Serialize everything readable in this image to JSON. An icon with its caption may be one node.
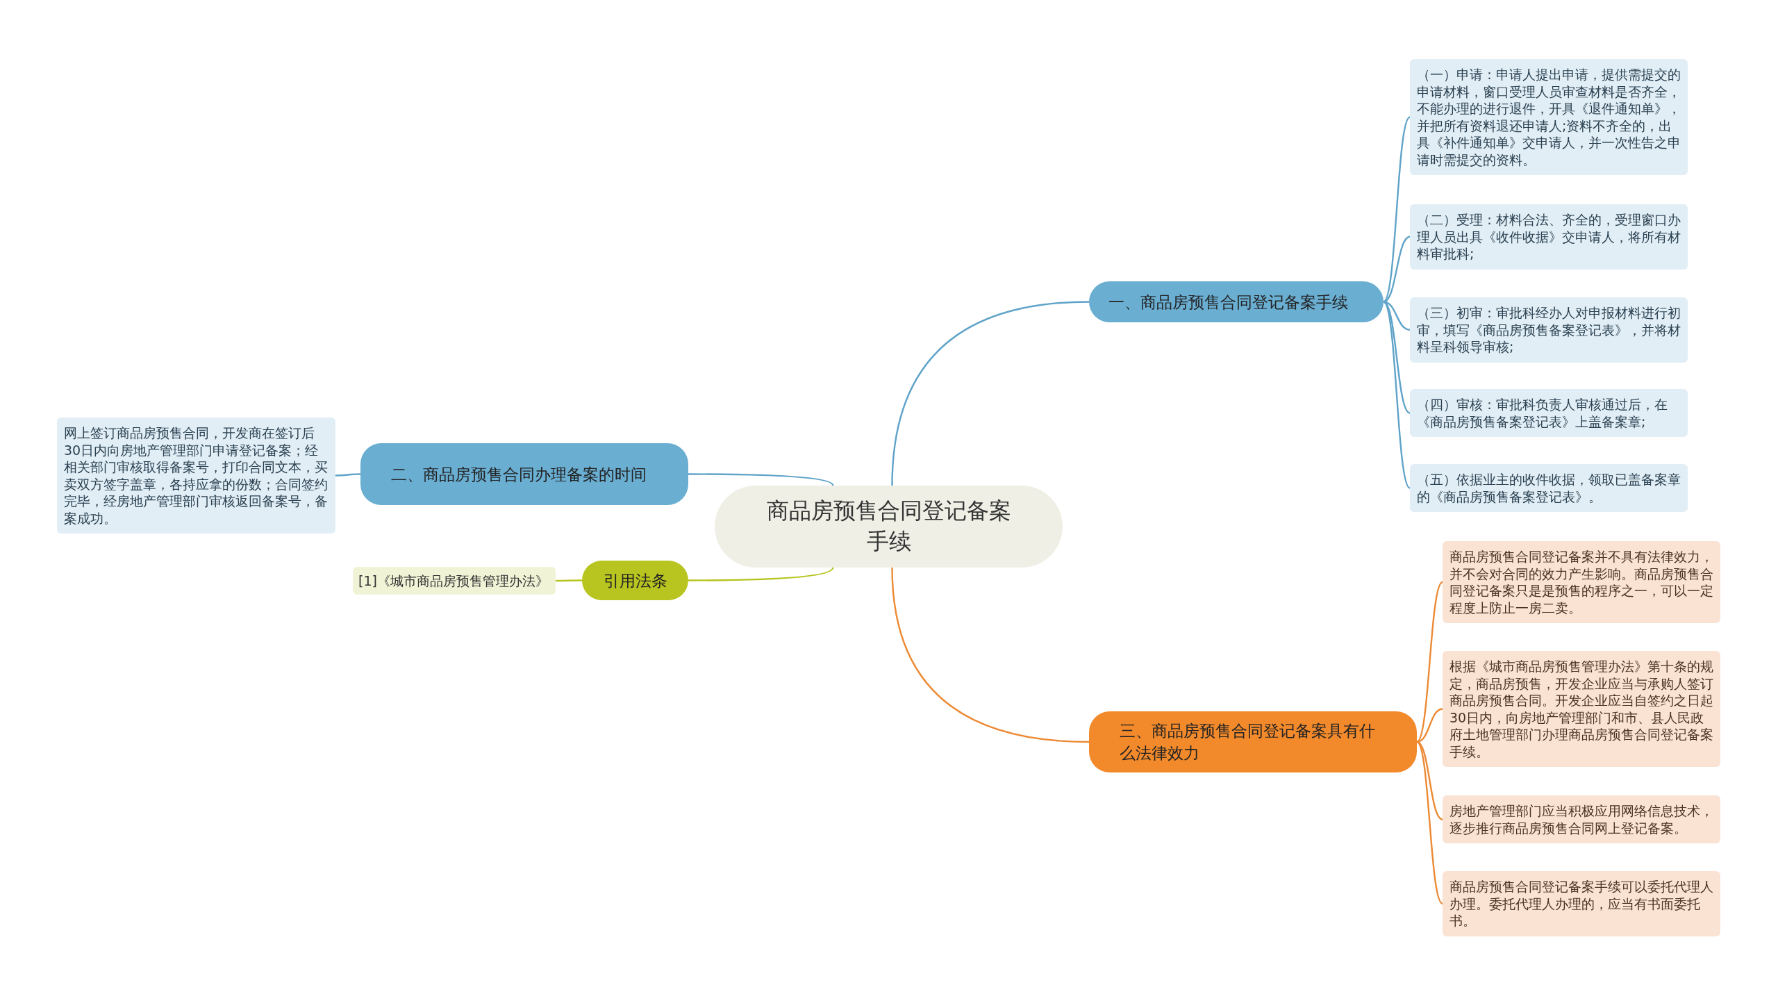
{
  "diagram": {
    "nodes": [
      {
        "text": [
          "商品房预售合同登记备案手续"
        ]
      },
      {
        "text": [
          "一、商品房预售合同登记备案手续"
        ]
      },
      {
        "text": [
          "（一）申请：申请人提出申请，提供需提交的申请材料，窗口受理人员审查材料是否齐全，不能办理的进行退件，开具《退件通知单》，并把所有资料退还申请人;资料不齐全的，出具《补件通知单》交申请人，并一次性告之申请时需提交的资料。"
        ]
      },
      {
        "text": [
          "（二）受理：材料合法、齐全的，受理窗口办理人员出具《收件收据》交申请人，将所有材料审批科;"
        ]
      },
      {
        "text": [
          "（三）初审：审批科经办人对申报材料进行初审，填写《商品房预售备案登记表》，并将材料呈科领导审核;"
        ]
      },
      {
        "text": [
          "（四）审核：审批科负责人审核通过后，在《商品房预售备案登记表》上盖备案章;"
        ]
      },
      {
        "text": [
          "（五）依据业主的收件收据，领取已盖备案章的《商品房预售备案登记表》。"
        ]
      },
      {
        "text": [
          "二、商品房预售合同办理备案的时间"
        ]
      },
      {
        "text": [
          "网上签订商品房预售合同，开发商在签订后30日内向房地产管理部门申请登记备案；经相关部门审核取得备案号，打印合同文本，买卖双方签字盖章，各持应拿的份数；合同签约完毕，经房地产管理部门审核返回备案号，备案成功。"
        ]
      },
      {
        "text": [
          "引用法条"
        ]
      },
      {
        "text": [
          "[1]《城市商品房预售管理办法》"
        ]
      },
      {
        "text": [
          "三、商品房预售合同登记备案具有什么法律效力"
        ]
      },
      {
        "text": [
          "商品房预售合同登记备案并不具有法律效力，并不会对合同的效力产生影响。商品房预售合同登记备案只是是预售的程序之一，可以一定程度上防止一房二卖。"
        ]
      },
      {
        "text": [
          "根据《城市商品房预售管理办法》第十条的规定，商品房预售，开发企业应当与承购人签订商品房预售合同。开发企业应当自签约之日起30日内，向房地产管理部门和市、县人民政府土地管理部门办理商品房预售合同登记备案手续。"
        ]
      },
      {
        "text": [
          "房地产管理部门应当积极应用网络信息技术，逐步推行商品房预售合同网上登记备案。"
        ]
      },
      {
        "text": [
          "商品房预售合同登记备案手续可以委托代理人办理。委托代理人办理的，应当有书面委托书。"
        ]
      }
    ],
    "edges": [
      {
        "from": 0,
        "to": 1,
        "arrow": "none"
      },
      {
        "from": 1,
        "to": 2,
        "arrow": "none"
      },
      {
        "from": 1,
        "to": 3,
        "arrow": "none"
      },
      {
        "from": 1,
        "to": 4,
        "arrow": "none"
      },
      {
        "from": 1,
        "to": 5,
        "arrow": "none"
      },
      {
        "from": 1,
        "to": 6,
        "arrow": "none"
      },
      {
        "from": 0,
        "to": 7,
        "arrow": "none"
      },
      {
        "from": 7,
        "to": 8,
        "arrow": "none"
      },
      {
        "from": 0,
        "to": 9,
        "arrow": "none",
        "color": "#b5c41d"
      },
      {
        "from": 9,
        "to": 10,
        "arrow": "none",
        "color": "#b5c41d"
      },
      {
        "from": 0,
        "to": 11,
        "arrow": "none",
        "color": "#ec8a34"
      },
      {
        "from": 11,
        "to": 12,
        "arrow": "none",
        "color": "#ec8a34"
      },
      {
        "from": 11,
        "to": 13,
        "arrow": "none",
        "color": "#ec8a34"
      },
      {
        "from": 11,
        "to": 14,
        "arrow": "none",
        "color": "#ec8a34"
      },
      {
        "from": 11,
        "to": 15,
        "arrow": "none",
        "color": "#ec8a34"
      }
    ]
  }
}
